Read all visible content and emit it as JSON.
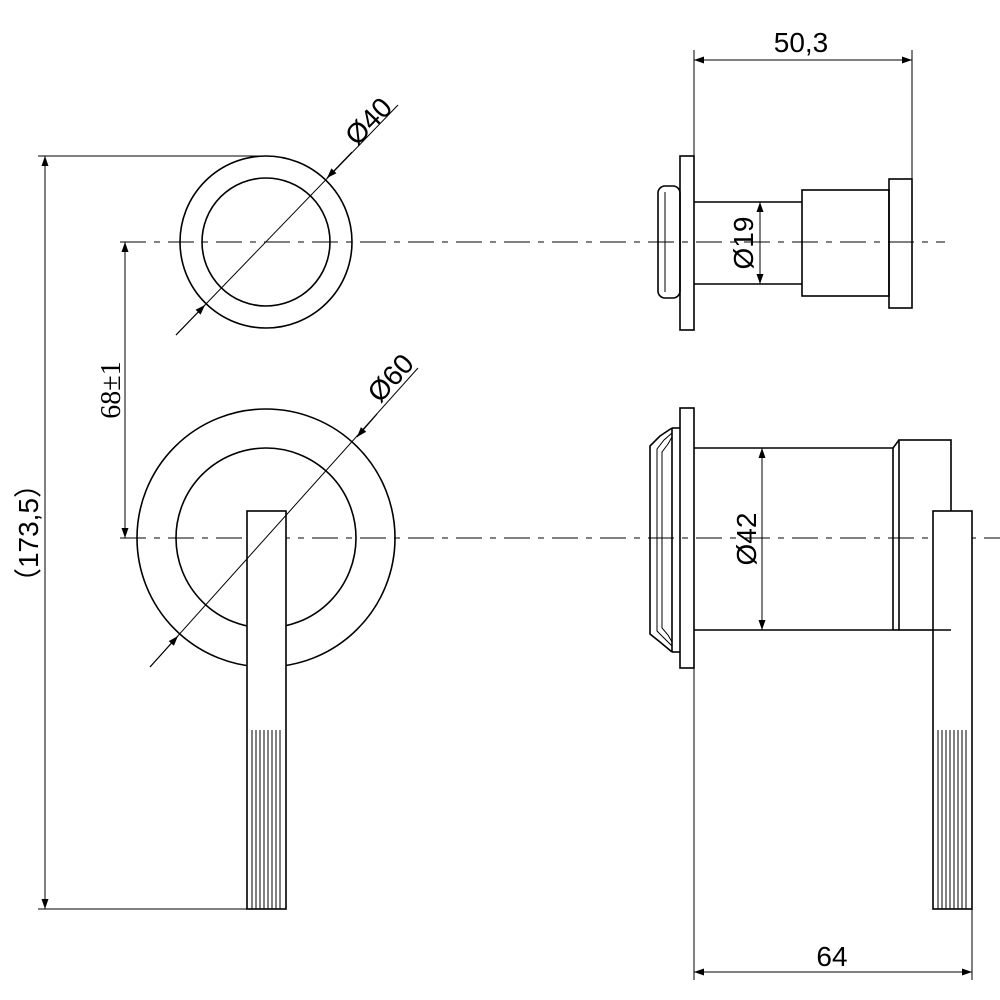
{
  "dimensions": {
    "dia_40": "Ø40",
    "dia_60": "Ø60",
    "dia_19": "Ø19",
    "dia_42": "Ø42",
    "width_50_3": "50,3",
    "width_64": "64",
    "height_173_5": "（173,5）",
    "spacing_68": "68±1"
  }
}
